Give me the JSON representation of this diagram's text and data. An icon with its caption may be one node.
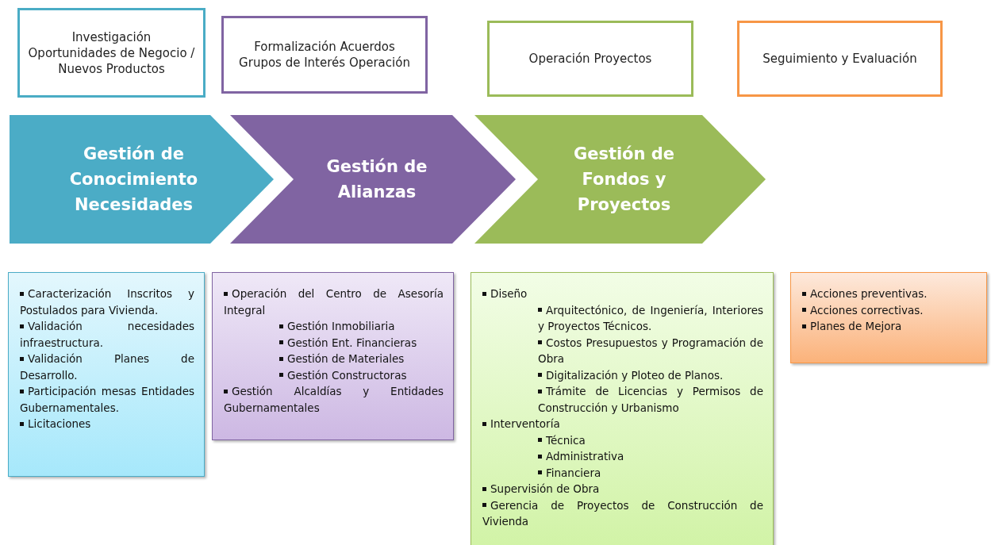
{
  "diagram": {
    "nodes": [
      {
        "text": [
          "Investigación Oportunidades de Negocio / Nuevos Productos"
        ]
      },
      {
        "text": [
          "Formalización Acuerdos Grupos de Interés Operación"
        ]
      },
      {
        "text": [
          "Operación Proyectos"
        ]
      },
      {
        "text": [
          "Seguimiento y Evaluación"
        ]
      },
      {
        "text": [
          "Gestión de Conocimiento Necesidades"
        ]
      },
      {
        "text": [
          "Gestión de Alianzas"
        ]
      },
      {
        "text": [
          "Gestión de Fondos y Proyectos"
        ]
      },
      {
        "text": [
          "Caracterización Inscritos y Postulados para Vivienda.",
          "Validación necesidades infraestructura.",
          "Validación Planes de Desarrollo.",
          "Participación mesas Entidades Gubernamentales.",
          "Licitaciones"
        ]
      },
      {
        "text": [
          "Operación del Centro de Asesoría Integral",
          "Gestión Inmobiliaria",
          "Gestión Ent. Financieras",
          "Gestión de Materiales",
          "Gestión Constructoras",
          "Gestión Alcaldías y Entidades Gubernamentales"
        ]
      },
      {
        "text": [
          "Diseño",
          "Arquitectónico, de Ingeniería, Interiores y Proyectos Técnicos.",
          "Costos Presupuestos y Programación de Obra",
          "Digitalización y Ploteo de Planos.",
          "Trámite de Licencias y Permisos de Construcción y Urbanismo",
          "Interventoría",
          "Técnica",
          "Administrativa",
          "Financiera",
          "Supervisión de Obra",
          "Gerencia de Proyectos de Construcción de Vivienda"
        ]
      },
      {
        "text": [
          "Acciones preventivas.",
          "Acciones correctivas.",
          "Planes de Mejora"
        ]
      }
    ]
  }
}
